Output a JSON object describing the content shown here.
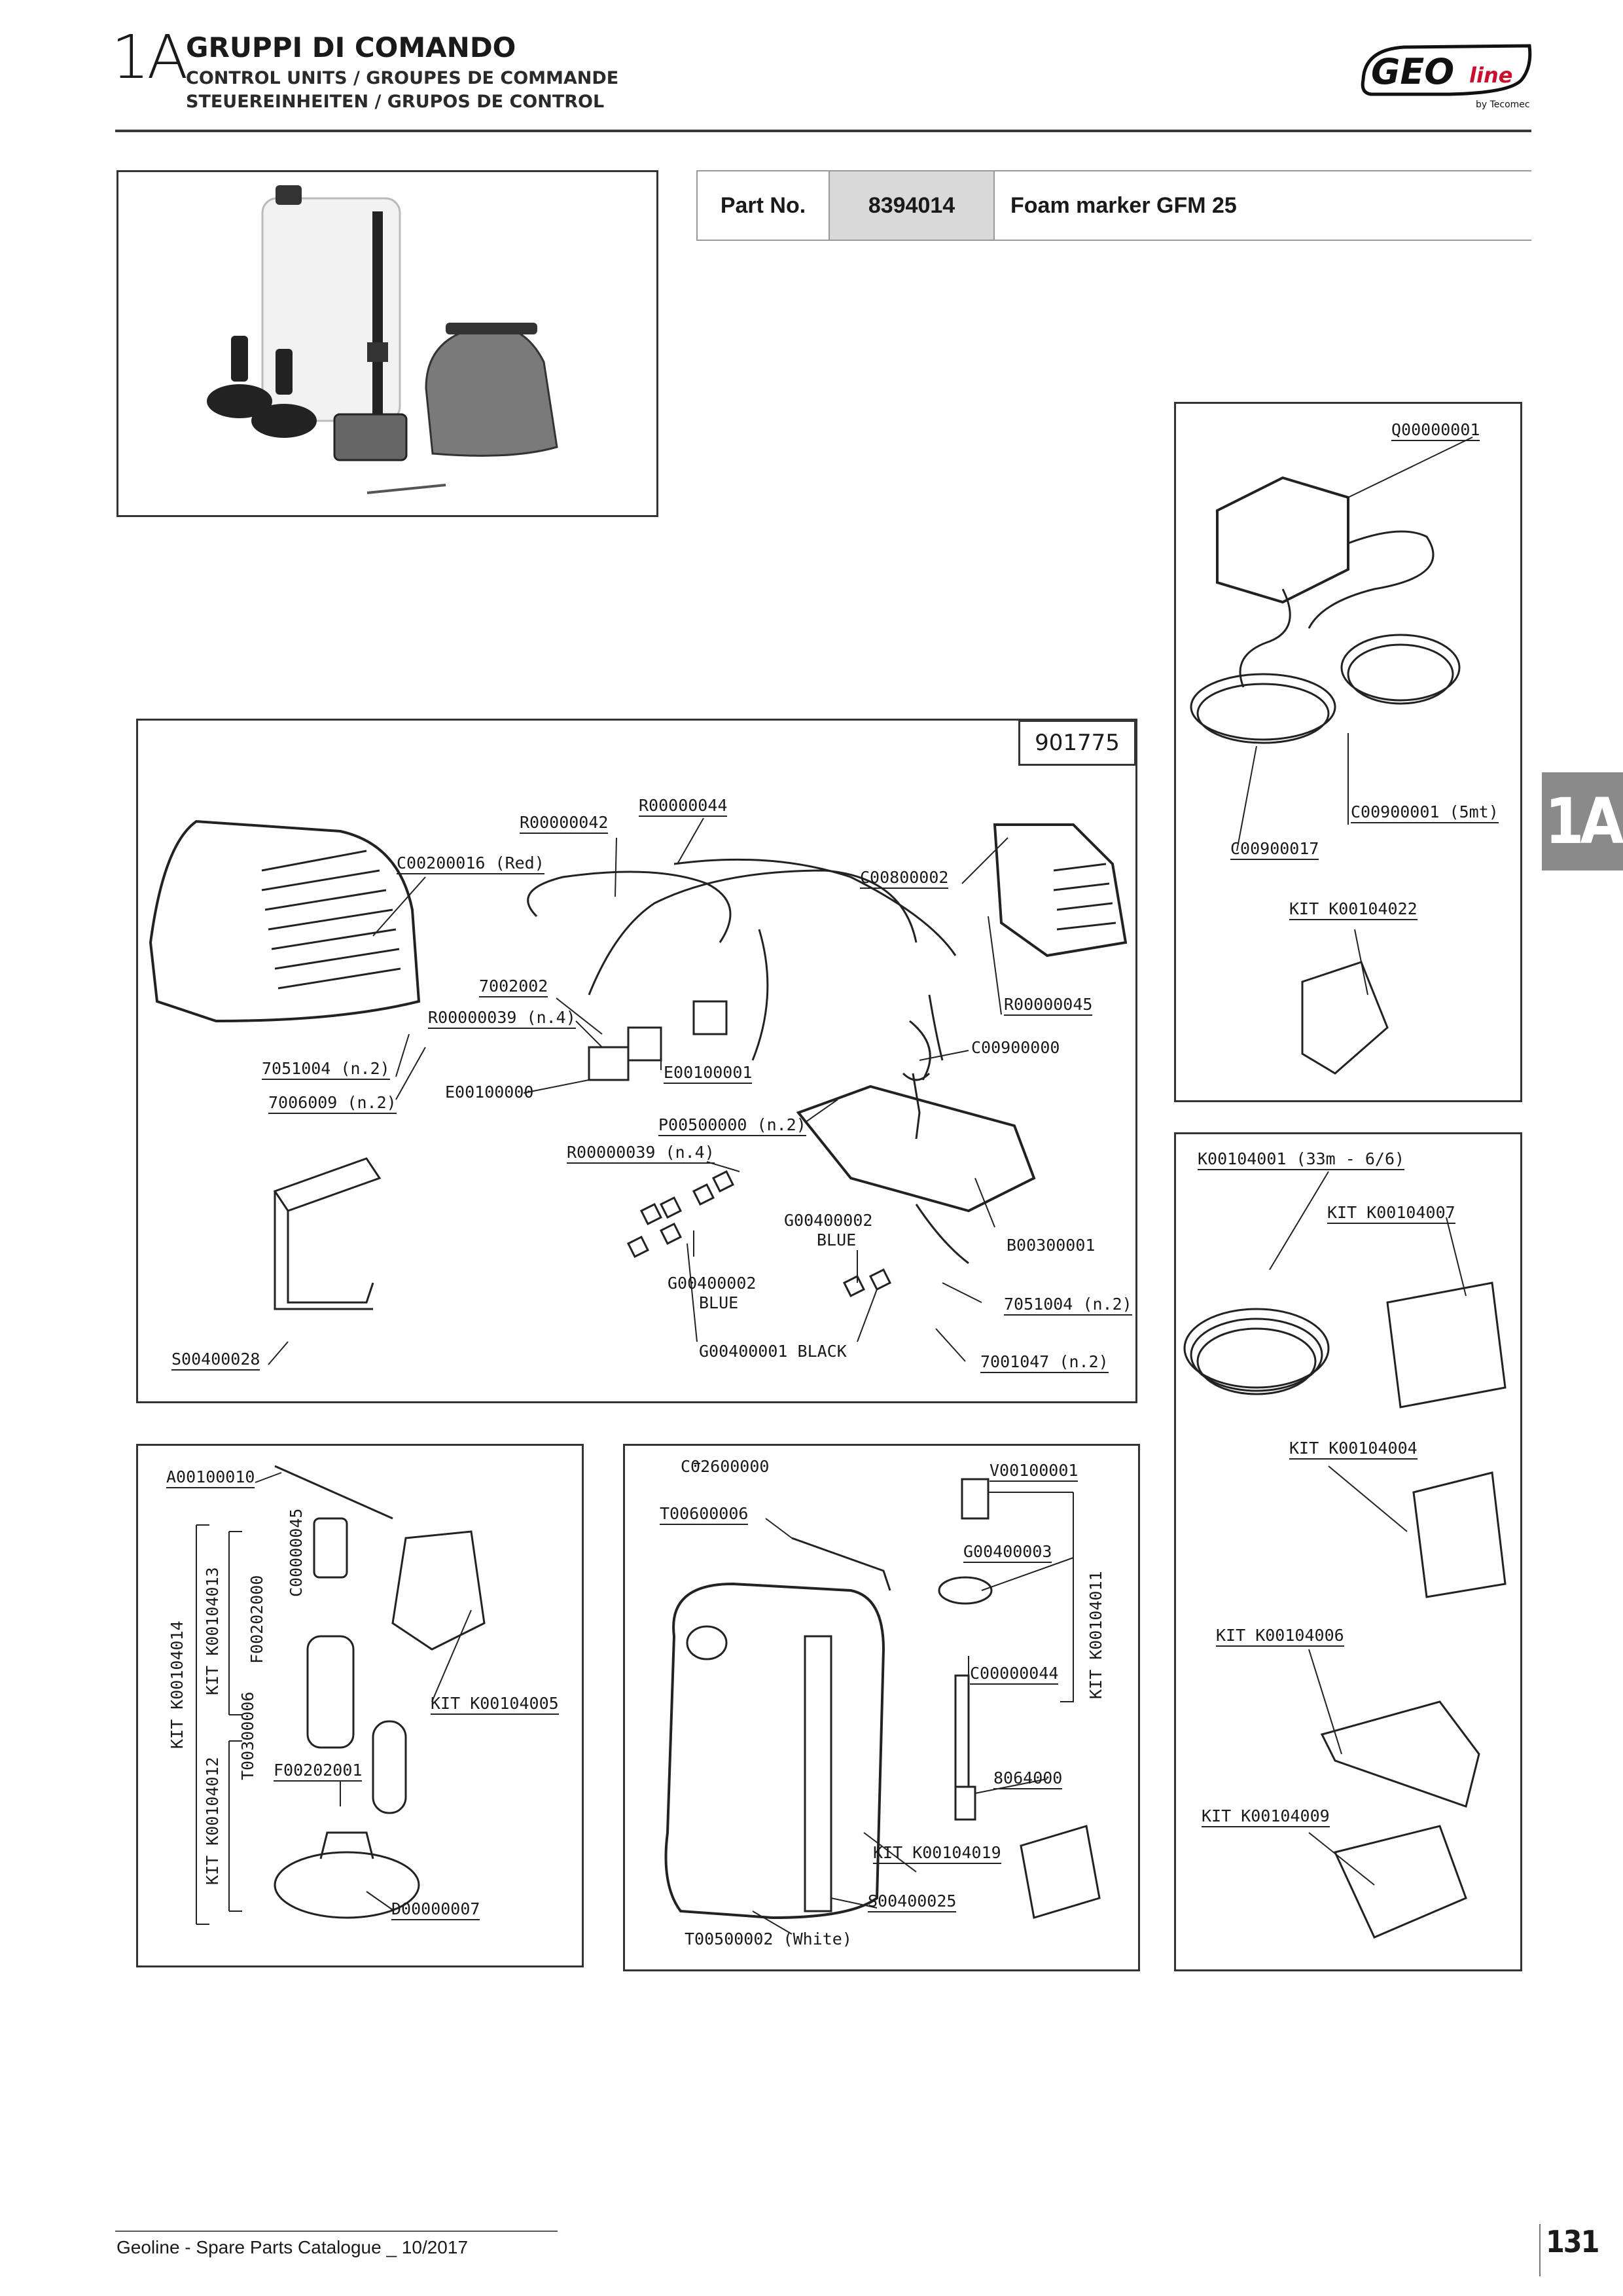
{
  "header": {
    "section_number": "1A",
    "title": "GRUPPI DI COMANDO",
    "subtitle_1": "CONTROL UNITS / GROUPES DE COMMANDE",
    "subtitle_2": "STEUEREINHEITEN / GRUPOS DE CONTROL",
    "brand": "GEOline",
    "brand_main": "GEO",
    "brand_suffix": "line",
    "brand_by": "by Tecomec"
  },
  "side_tab": "1A",
  "part_table": {
    "label": "Part No.",
    "code": "8394014",
    "description": "Foam marker GFM 25"
  },
  "main_diagram": {
    "drawing_number": "901775",
    "labels": {
      "r42": "R00000042",
      "r44": "R00000044",
      "c200016": "C00200016 (Red)",
      "c800002": "C00800002",
      "n7002002": "7002002",
      "r39a": "R00000039 (n.4)",
      "n7051004a": "7051004 (n.2)",
      "n7006009": "7006009 (n.2)",
      "e100000": "E00100000",
      "e100001": "E00100001",
      "r45": "R00000045",
      "c900000": "C00900000",
      "p500000": "P00500000 (n.2)",
      "r39b": "R00000039 (n.4)",
      "g400002a": "G00400002",
      "blue_a": "BLUE",
      "b300001": "B00300001",
      "g400002b": "G00400002",
      "blue_b": "BLUE",
      "n7051004b": "7051004 (n.2)",
      "s400028": "S00400028",
      "g400001": "G00400001 BLACK",
      "n7001047": "7001047 (n.2)"
    }
  },
  "right_top_box": {
    "q1": "Q00000001",
    "c900001": "C00900001 (5mt)",
    "c900017": "C00900017",
    "kit": "KIT K00104022"
  },
  "right_bottom_box": {
    "k104001": "K00104001 (33m - 6/6)",
    "kit007": "KIT K00104007",
    "kit004": "KIT K00104004",
    "kit006": "KIT K00104006",
    "kit009": "KIT K00104009"
  },
  "left_bottom_box": {
    "a100010": "A00100010",
    "c45": "C00000045",
    "kit013": "KIT K00104013",
    "kit014": "KIT K00104014",
    "f202000": "F00202000",
    "t300006": "T00300006",
    "kit012": "KIT K00104012",
    "f202001": "F00202001",
    "kit005": "KIT K00104005",
    "d7": "D00000007"
  },
  "middle_bottom_box": {
    "c2600000": "C02600000",
    "t600006": "T00600006",
    "v100001": "V00100001",
    "g400003": "G00400003",
    "c44": "C00000044",
    "kit011": "KIT K00104011",
    "n8064000": "8064000",
    "kit019": "KIT K00104019",
    "s400025": "S00400025",
    "t500002": "T00500002 (White)"
  },
  "footer": {
    "text": "Geoline  -  Spare Parts Catalogue _ 10/2017",
    "page": "131"
  }
}
